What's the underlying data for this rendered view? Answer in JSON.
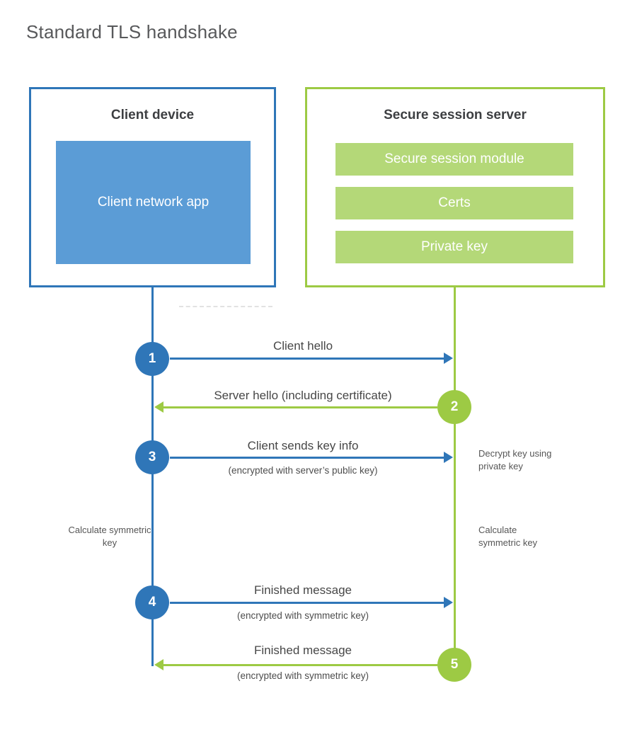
{
  "title": "Standard TLS handshake",
  "client": {
    "header": "Client device",
    "app_label": "Client network app"
  },
  "server": {
    "header": "Secure session server",
    "modules": [
      "Secure session module",
      "Certs",
      "Private key"
    ]
  },
  "steps": [
    {
      "num": "1",
      "label": "Client hello",
      "sublabel": ""
    },
    {
      "num": "2",
      "label": "Server hello (including certificate)",
      "sublabel": ""
    },
    {
      "num": "3",
      "label": "Client sends key info",
      "sublabel": "(encrypted with server’s public key)"
    },
    {
      "num": "4",
      "label": "Finished message",
      "sublabel": "(encrypted with symmetric key)"
    },
    {
      "num": "5",
      "label": "Finished message",
      "sublabel": "(encrypted with symmetric key)"
    }
  ],
  "notes": {
    "decrypt": "Decrypt key using private key",
    "calc_left": "Calculate symmetric key",
    "calc_right": "Calculate symmetric key"
  },
  "colors": {
    "blue": "#2f76b8",
    "blue_fill": "#5b9cd6",
    "green": "#9dca44",
    "green_fill": "#b4d878"
  }
}
